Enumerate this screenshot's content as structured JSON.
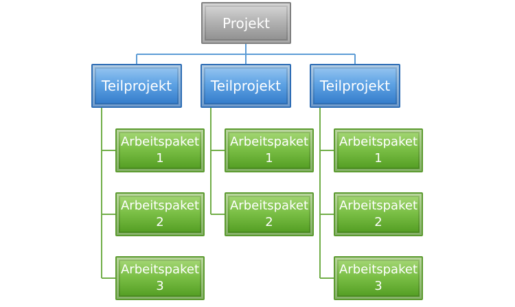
{
  "root": {
    "label": "Projekt"
  },
  "branches": [
    {
      "label": "Teilprojekt",
      "packages": [
        "Arbeitspaket\n1",
        "Arbeitspaket\n2",
        "Arbeitspaket\n3"
      ]
    },
    {
      "label": "Teilprojekt",
      "packages": [
        "Arbeitspaket\n1",
        "Arbeitspaket\n2"
      ]
    },
    {
      "label": "Teilprojekt",
      "packages": [
        "Arbeitspaket\n1",
        "Arbeitspaket\n2",
        "Arbeitspaket\n3"
      ]
    }
  ],
  "colors": {
    "root_fill": "#a6a6a6",
    "subproject_fill": "#4f94de",
    "package_fill": "#6cb33a",
    "connector_blue": "#5b9bd5",
    "connector_green": "#70ad47"
  }
}
